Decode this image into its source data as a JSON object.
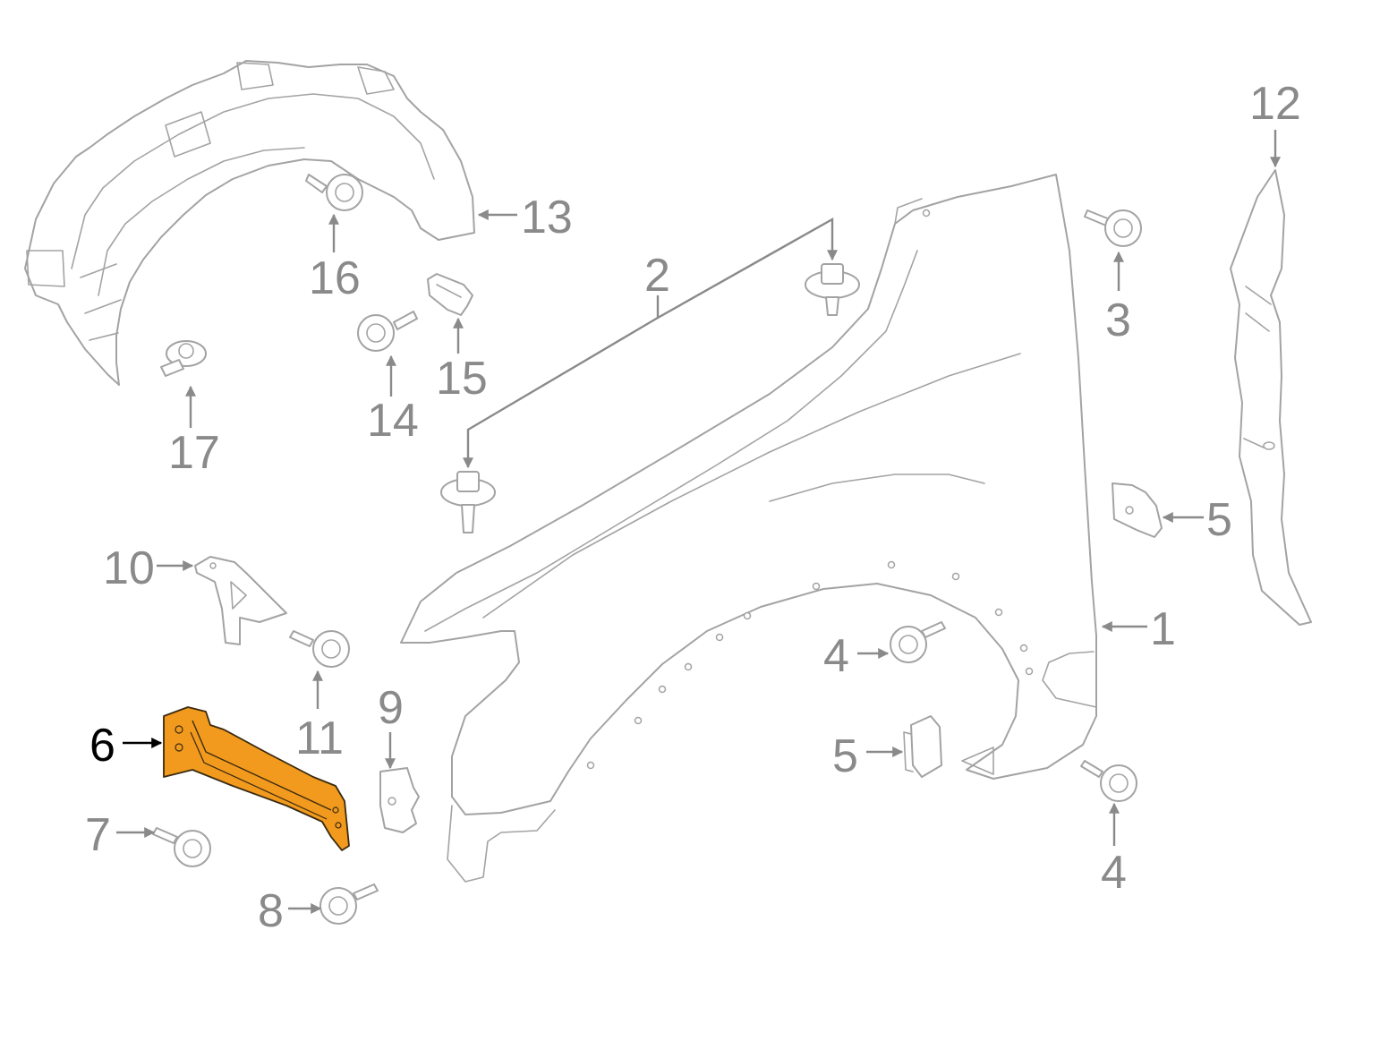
{
  "callouts": {
    "c1": "1",
    "c2": "2",
    "c3": "3",
    "c4a": "4",
    "c4b": "4",
    "c5a": "5",
    "c5b": "5",
    "c6": "6",
    "c7": "7",
    "c8": "8",
    "c9": "9",
    "c10": "10",
    "c11": "11",
    "c12": "12",
    "c13": "13",
    "c14": "14",
    "c15": "15",
    "c16": "16",
    "c17": "17"
  },
  "colors": {
    "highlight_part": "#f29a1e",
    "line_art": "#a3a3a3",
    "callout_text": "#8a8a8a",
    "highlight_callout": "#000000"
  }
}
